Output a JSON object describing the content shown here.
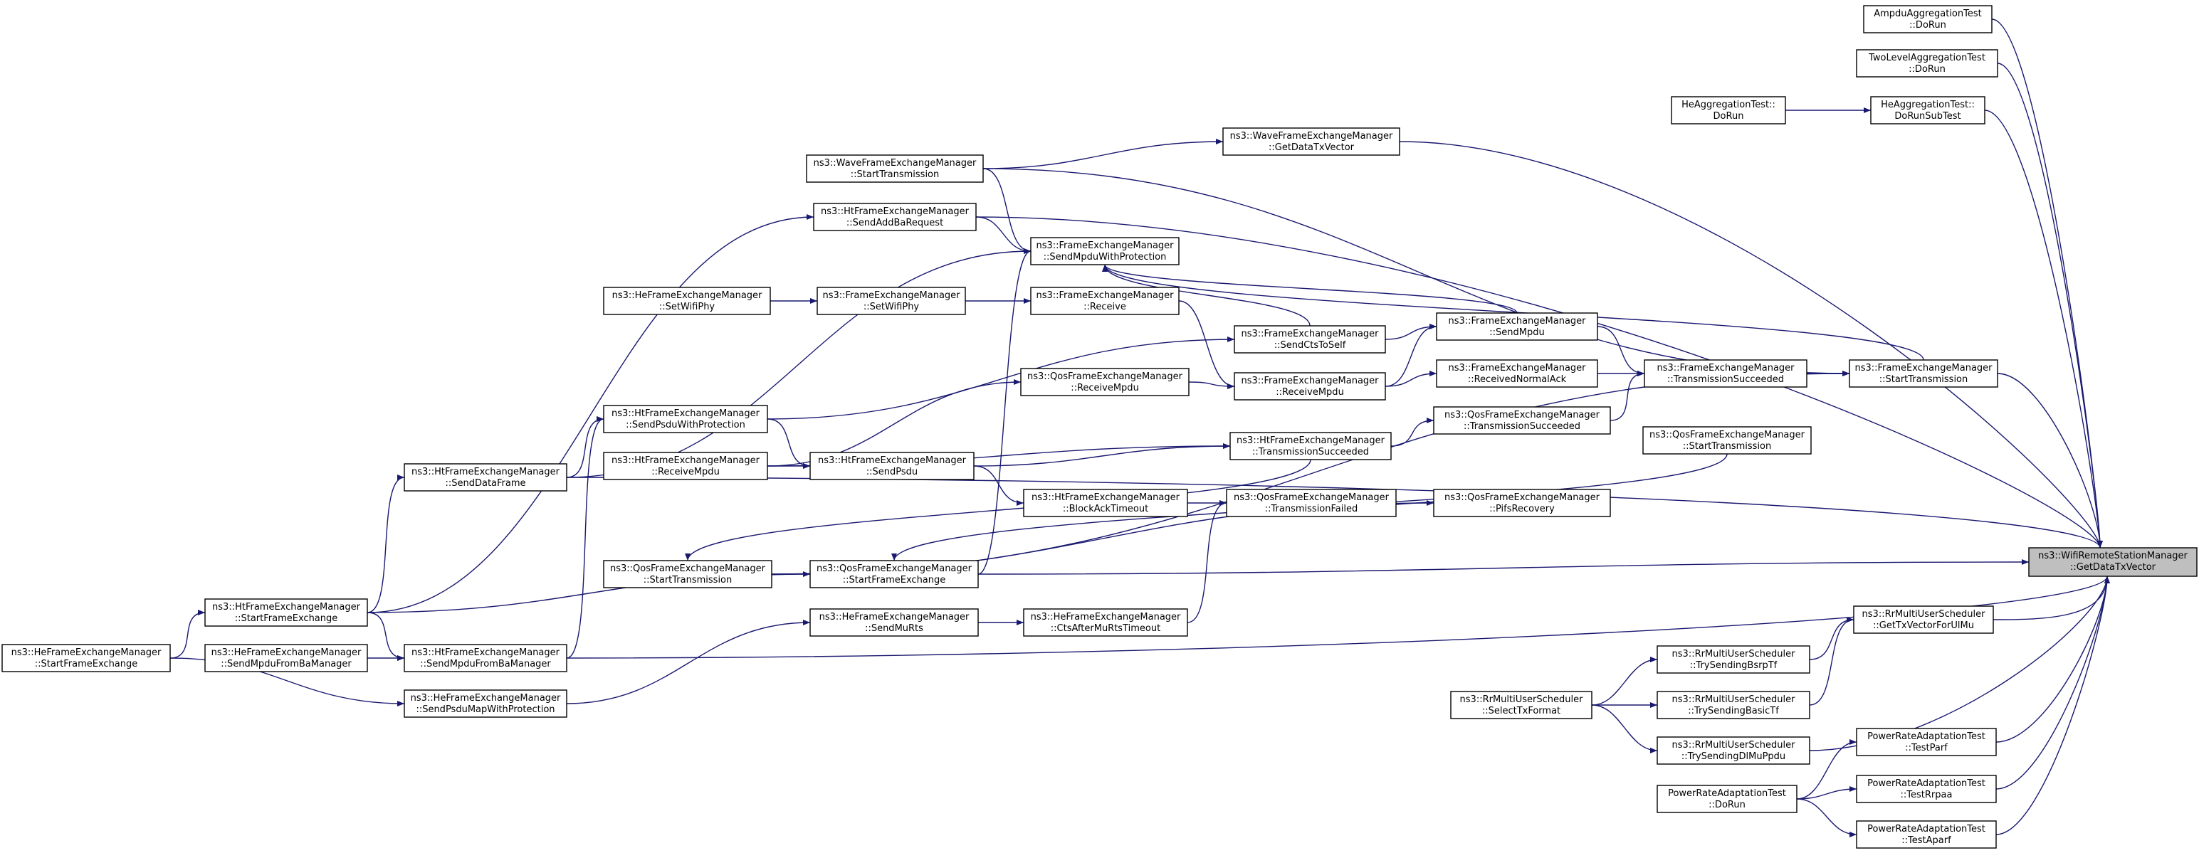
{
  "colors": {
    "edge": "#191970",
    "node_border": "#000000",
    "target_fill": "#bfbfbf",
    "background": "#ffffff"
  },
  "nodes": {
    "target": {
      "line1": "ns3::WifiRemoteStationManager",
      "line2": "::GetDataTxVector"
    },
    "ampdu_aggr": {
      "line1": "AmpduAggregationTest",
      "line2": "::DoRun"
    },
    "twolevel_aggr": {
      "line1": "TwoLevelAggregationTest",
      "line2": "::DoRun"
    },
    "he_aggr_dorun": {
      "line1": "HeAggregationTest::",
      "line2": "DoRun"
    },
    "he_aggr_sub": {
      "line1": "HeAggregationTest::",
      "line2": "DoRunSubTest"
    },
    "wave_getdatatx": {
      "line1": "ns3::WaveFrameExchangeManager",
      "line2": "::GetDataTxVector"
    },
    "wave_starttx": {
      "line1": "ns3::WaveFrameExchangeManager",
      "line2": "::StartTransmission"
    },
    "ht_sendaddba": {
      "line1": "ns3::HtFrameExchangeManager",
      "line2": "::SendAddBaRequest"
    },
    "fem_sendmpduprot": {
      "line1": "ns3::FrameExchangeManager",
      "line2": "::SendMpduWithProtection"
    },
    "he_setwifiphy": {
      "line1": "ns3::HeFrameExchangeManager",
      "line2": "::SetWifiPhy"
    },
    "fem_setwifiphy": {
      "line1": "ns3::FrameExchangeManager",
      "line2": "::SetWifiPhy"
    },
    "fem_receive": {
      "line1": "ns3::FrameExchangeManager",
      "line2": "::Receive"
    },
    "fem_sendcts": {
      "line1": "ns3::FrameExchangeManager",
      "line2": "::SendCtsToSelf"
    },
    "fem_sendmpdu": {
      "line1": "ns3::FrameExchangeManager",
      "line2": "::SendMpdu"
    },
    "fem_recvnormalack": {
      "line1": "ns3::FrameExchangeManager",
      "line2": "::ReceivedNormalAck"
    },
    "qos_receivempdu": {
      "line1": "ns3::QosFrameExchangeManager",
      "line2": "::ReceiveMpdu"
    },
    "fem_receivempdu": {
      "line1": "ns3::FrameExchangeManager",
      "line2": "::ReceiveMpdu"
    },
    "fem_txsucc": {
      "line1": "ns3::FrameExchangeManager",
      "line2": "::TransmissionSucceeded"
    },
    "fem_starttx": {
      "line1": "ns3::FrameExchangeManager",
      "line2": "::StartTransmission"
    },
    "ht_sendpsduprot": {
      "line1": "ns3::HtFrameExchangeManager",
      "line2": "::SendPsduWithProtection"
    },
    "qos_txsucc": {
      "line1": "ns3::QosFrameExchangeManager",
      "line2": "::TransmissionSucceeded"
    },
    "ht_senddataframe": {
      "line1": "ns3::HtFrameExchangeManager",
      "line2": "::SendDataFrame"
    },
    "ht_receivempdu": {
      "line1": "ns3::HtFrameExchangeManager",
      "line2": "::ReceiveMpdu"
    },
    "ht_sendpsdu": {
      "line1": "ns3::HtFrameExchangeManager",
      "line2": "::SendPsdu"
    },
    "ht_txsucc": {
      "line1": "ns3::HtFrameExchangeManager",
      "line2": "::TransmissionSucceeded"
    },
    "qos_starttx": {
      "line1": "ns3::QosFrameExchangeManager",
      "line2": "::StartTransmission"
    },
    "ht_blockacktimeout": {
      "line1": "ns3::HtFrameExchangeManager",
      "line2": "::BlockAckTimeout"
    },
    "qos_txfailed": {
      "line1": "ns3::QosFrameExchangeManager",
      "line2": "::TransmissionFailed"
    },
    "qos_pifsrecovery": {
      "line1": "ns3::QosFrameExchangeManager",
      "line2": "::PifsRecovery"
    },
    "qos_starttx2": {
      "line1": "ns3::QosFrameExchangeManager",
      "line2": "::StartTransmission"
    },
    "qos_startfe": {
      "line1": "ns3::QosFrameExchangeManager",
      "line2": "::StartFrameExchange"
    },
    "ht_startfe": {
      "line1": "ns3::HtFrameExchangeManager",
      "line2": "::StartFrameExchange"
    },
    "he_sendmurts": {
      "line1": "ns3::HeFrameExchangeManager",
      "line2": "::SendMuRts"
    },
    "he_ctsaftermurts": {
      "line1": "ns3::HeFrameExchangeManager",
      "line2": "::CtsAfterMuRtsTimeout"
    },
    "he_startfe": {
      "line1": "ns3::HeFrameExchangeManager",
      "line2": "::StartFrameExchange"
    },
    "he_sendmpdufromba": {
      "line1": "ns3::HeFrameExchangeManager",
      "line2": "::SendMpduFromBaManager"
    },
    "ht_sendmpdufromba": {
      "line1": "ns3::HtFrameExchangeManager",
      "line2": "::SendMpduFromBaManager"
    },
    "he_sendpsdumap": {
      "line1": "ns3::HeFrameExchangeManager",
      "line2": "::SendPsduMapWithProtection"
    },
    "rr_bsrptf": {
      "line1": "ns3::RrMultiUserScheduler",
      "line2": "::TrySendingBsrpTf"
    },
    "rr_gettxvector": {
      "line1": "ns3::RrMultiUserScheduler",
      "line2": "::GetTxVectorForUlMu"
    },
    "rr_selecttx": {
      "line1": "ns3::RrMultiUserScheduler",
      "line2": "::SelectTxFormat"
    },
    "rr_basictf": {
      "line1": "ns3::RrMultiUserScheduler",
      "line2": "::TrySendingBasicTf"
    },
    "rr_dlmupdu": {
      "line1": "ns3::RrMultiUserScheduler",
      "line2": "::TrySendingDlMuPpdu"
    },
    "pra_testparf": {
      "line1": "PowerRateAdaptationTest",
      "line2": "::TestParf"
    },
    "pra_dorun": {
      "line1": "PowerRateAdaptationTest",
      "line2": "::DoRun"
    },
    "pra_testrpaa": {
      "line1": "PowerRateAdaptationTest",
      "line2": "::TestRrpaa"
    },
    "pra_testaparf": {
      "line1": "PowerRateAdaptationTest",
      "line2": "::TestAparf"
    }
  },
  "edges": [
    [
      "ampdu_aggr",
      "target"
    ],
    [
      "twolevel_aggr",
      "target"
    ],
    [
      "he_aggr_sub",
      "target"
    ],
    [
      "he_aggr_dorun",
      "he_aggr_sub"
    ],
    [
      "wave_getdatatx",
      "target"
    ],
    [
      "wave_starttx",
      "wave_getdatatx"
    ],
    [
      "wave_starttx",
      "fem_starttx"
    ],
    [
      "wave_starttx",
      "fem_sendmpduprot"
    ],
    [
      "ht_sendaddba",
      "target"
    ],
    [
      "ht_sendaddba",
      "fem_sendmpduprot"
    ],
    [
      "fem_sendmpdu",
      "fem_sendmpduprot"
    ],
    [
      "fem_starttx",
      "fem_sendmpduprot"
    ],
    [
      "fem_sendcts",
      "fem_sendmpduprot"
    ],
    [
      "ht_senddataframe",
      "fem_sendmpduprot"
    ],
    [
      "qos_startfe",
      "fem_sendmpduprot"
    ],
    [
      "ht_startfe",
      "ht_sendaddba"
    ],
    [
      "he_setwifiphy",
      "fem_setwifiphy"
    ],
    [
      "fem_setwifiphy",
      "fem_receive"
    ],
    [
      "fem_receive",
      "fem_receivempdu"
    ],
    [
      "ht_sendpsduprot",
      "fem_sendcts"
    ],
    [
      "fem_sendcts",
      "fem_sendmpdu"
    ],
    [
      "fem_receivempdu",
      "fem_sendmpdu"
    ],
    [
      "qos_receivempdu",
      "fem_receivempdu"
    ],
    [
      "ht_receivempdu",
      "qos_receivempdu"
    ],
    [
      "fem_receivempdu",
      "fem_recvnormalack"
    ],
    [
      "fem_sendmpdu",
      "fem_txsucc"
    ],
    [
      "fem_recvnormalack",
      "fem_txsucc"
    ],
    [
      "qos_txsucc",
      "fem_txsucc"
    ],
    [
      "fem_txsucc",
      "fem_starttx"
    ],
    [
      "fem_starttx",
      "target"
    ],
    [
      "qos_starttx2",
      "fem_starttx"
    ],
    [
      "ht_txsucc",
      "qos_txsucc"
    ],
    [
      "ht_txsucc",
      "qos_starttx2"
    ],
    [
      "ht_sendpsdu",
      "ht_txsucc"
    ],
    [
      "ht_receivempdu",
      "ht_txsucc"
    ],
    [
      "ht_sendpsduprot",
      "ht_sendpsdu"
    ],
    [
      "ht_receivempdu",
      "ht_sendpsdu"
    ],
    [
      "ht_sendpsdu",
      "ht_blockacktimeout"
    ],
    [
      "ht_blockacktimeout",
      "qos_txfailed"
    ],
    [
      "qos_pifsrecovery",
      "qos_txfailed"
    ],
    [
      "qos_starttx2",
      "qos_pifsrecovery"
    ],
    [
      "ht_senddataframe",
      "ht_sendpsduprot"
    ],
    [
      "ht_sendmpdufromba",
      "ht_sendpsduprot"
    ],
    [
      "ht_senddataframe",
      "target"
    ],
    [
      "qos_startfe",
      "target"
    ],
    [
      "qos_starttx",
      "qos_startfe"
    ],
    [
      "ht_startfe",
      "qos_startfe"
    ],
    [
      "ht_startfe",
      "ht_senddataframe"
    ],
    [
      "he_startfe",
      "ht_startfe"
    ],
    [
      "he_ctsaftermurts",
      "qos_txfailed"
    ],
    [
      "he_sendmurts",
      "he_ctsaftermurts"
    ],
    [
      "he_sendpsdumap",
      "he_sendmurts"
    ],
    [
      "he_startfe",
      "he_sendpsdumap"
    ],
    [
      "ht_startfe",
      "ht_sendmpdufromba"
    ],
    [
      "he_sendmpdufromba",
      "ht_sendmpdufromba"
    ],
    [
      "ht_sendmpdufromba",
      "target"
    ],
    [
      "rr_gettxvector",
      "target"
    ],
    [
      "rr_bsrptf",
      "rr_gettxvector"
    ],
    [
      "rr_basictf",
      "rr_gettxvector"
    ],
    [
      "rr_selecttx",
      "rr_bsrptf"
    ],
    [
      "rr_selecttx",
      "rr_basictf"
    ],
    [
      "rr_selecttx",
      "rr_dlmupdu"
    ],
    [
      "rr_dlmupdu",
      "target"
    ],
    [
      "pra_testparf",
      "target"
    ],
    [
      "pra_testrpaa",
      "target"
    ],
    [
      "pra_testaparf",
      "target"
    ],
    [
      "pra_dorun",
      "pra_testparf"
    ],
    [
      "pra_dorun",
      "pra_testrpaa"
    ],
    [
      "pra_dorun",
      "pra_testaparf"
    ]
  ]
}
